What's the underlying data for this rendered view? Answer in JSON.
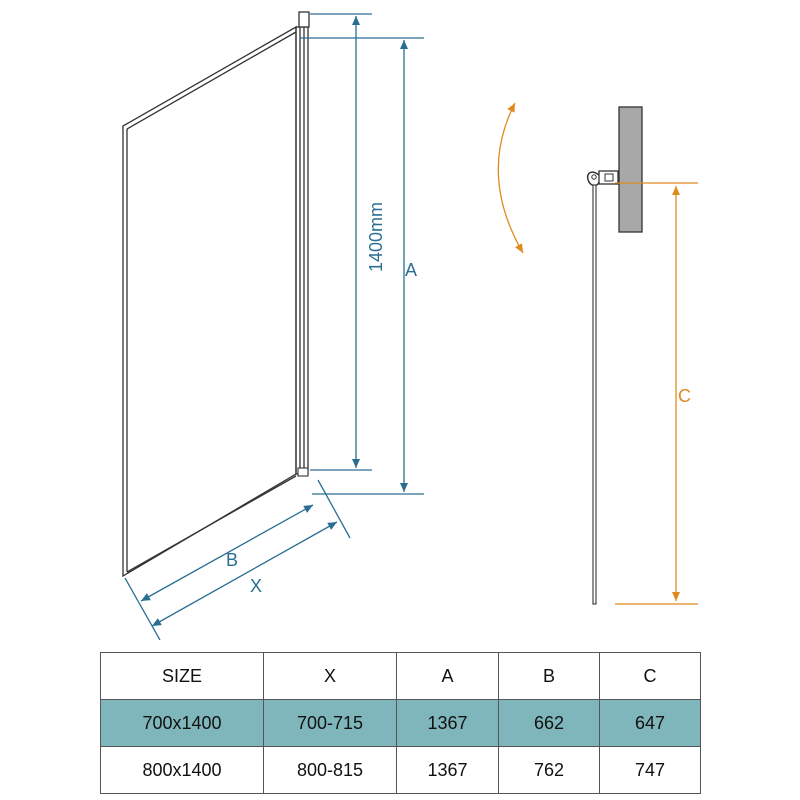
{
  "colors": {
    "dimension_blue": "#2a6f93",
    "dimension_orange": "#e08a1e",
    "highlight_row": "#7fb6bc",
    "wall": "#a8a8a8"
  },
  "labels": {
    "height": "1400mm",
    "A": "A",
    "B": "B",
    "X": "X",
    "C": "C"
  },
  "icons": {
    "swing": "swing-arrow-icon"
  },
  "table": {
    "headers": [
      "SIZE",
      "X",
      "A",
      "B",
      "C"
    ],
    "rows": [
      [
        "700x1400",
        "700-715",
        "1367",
        "662",
        "647"
      ],
      [
        "800x1400",
        "800-815",
        "1367",
        "762",
        "747"
      ]
    ],
    "highlighted_row": 0
  }
}
